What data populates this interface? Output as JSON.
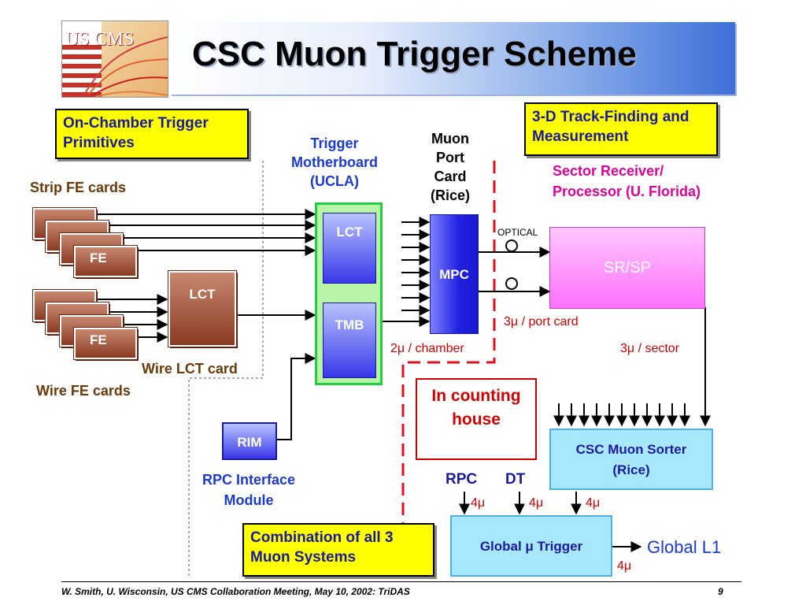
{
  "logo": {
    "text": "US CMS"
  },
  "title": "CSC Muon Trigger Scheme",
  "boxes": {
    "on_chamber": "On-Chamber Trigger Primitives",
    "track_finding": "3-D Track-Finding and Measurement",
    "combination": "Combination of all 3 Muon Systems",
    "counting_house": "In counting house"
  },
  "labels": {
    "strip_fe": "Strip FE cards",
    "wire_lct_card": "Wire LCT card",
    "wire_fe": "Wire FE cards",
    "trigger_motherboard": "Trigger Motherboard (UCLA)",
    "muon_port_card": "Muon Port Card (Rice)",
    "sector_receiver": "Sector Receiver/ Processor (U. Florida)",
    "optical": "OPTICAL",
    "rpc_interface": "RPC Interface Module",
    "rpc": "RPC",
    "dt": "DT",
    "global_l1": "Global L1"
  },
  "blocks": {
    "fe": "FE",
    "lct": "LCT",
    "tmb": "TMB",
    "mpc": "MPC",
    "srsp": "SR/SP",
    "rim": "RIM",
    "sorter": "CSC Muon Sorter (Rice)",
    "global_trigger": "Global μ Trigger"
  },
  "rates": {
    "per_chamber": "2μ  / chamber",
    "per_port_card": "3μ  / port card",
    "per_sector": "3μ  / sector",
    "rpc_rate": "4μ",
    "dt_rate": "4μ",
    "csc_rate": "4μ",
    "global_rate": "4μ"
  },
  "footer": {
    "text": "W. Smith, U. Wisconsin, US CMS Collaboration Meeting, May 10, 2002: TriDAS",
    "page": "9"
  }
}
